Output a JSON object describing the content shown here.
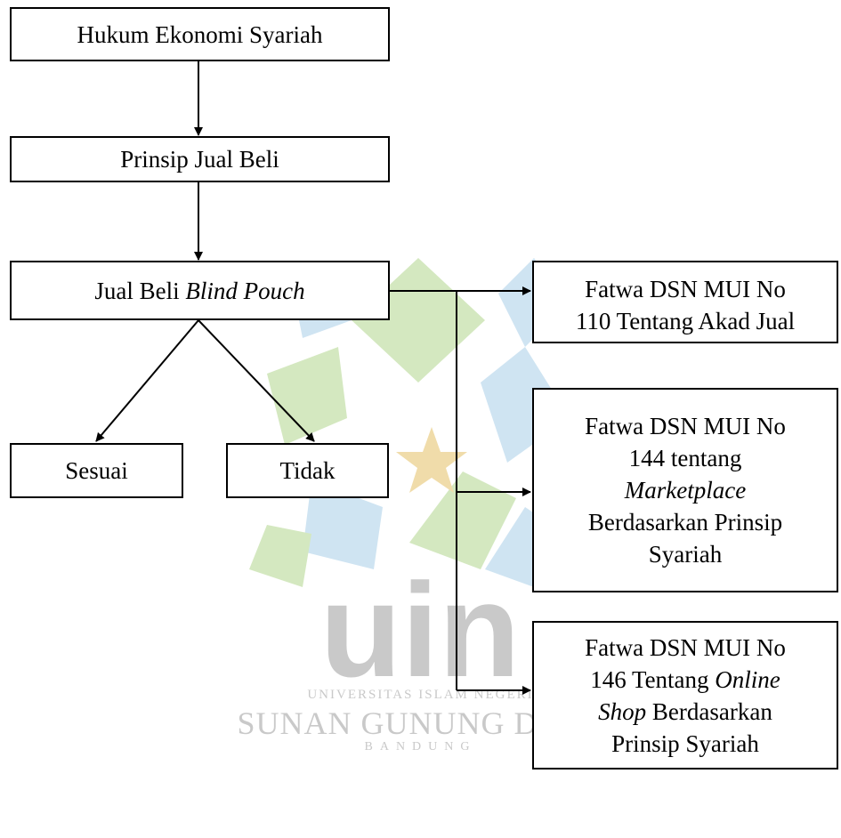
{
  "nodes": {
    "hukum": {
      "text": "Hukum Ekonomi Syariah"
    },
    "prinsip": {
      "text": "Prinsip Jual Beli"
    },
    "blind": {
      "text": "Jual Beli ",
      "italic": "Blind Pouch"
    },
    "sesuai": {
      "text": "Sesuai"
    },
    "tidak": {
      "text": "Tidak"
    },
    "fatwa110": {
      "line1": "Fatwa DSN MUI No",
      "line2": "110 Tentang Akad Jual"
    },
    "fatwa144": {
      "line1": "Fatwa DSN MUI No",
      "line2": "144 tentang",
      "line3_italic": "Marketplace",
      "line4": "Berdasarkan Prinsip",
      "line5": "Syariah"
    },
    "fatwa146": {
      "line1": "Fatwa DSN MUI No",
      "line2_pre": "146 Tentang ",
      "line2_italic": "Online",
      "line3_italic": "Shop",
      "line3_post": " Berdasarkan",
      "line4": "Prinsip Syariah"
    }
  },
  "watermark": {
    "logo_text": "uin",
    "university": "UNIVERSITAS ISLAM NEGERI",
    "name": "SUNAN GUNUNG DJATI",
    "city": "BANDUNG",
    "colors": {
      "green": "#d4e8c0",
      "blue": "#cfe4f2",
      "gold": "#f0dcaa",
      "gray": "#c9c9c9"
    }
  }
}
